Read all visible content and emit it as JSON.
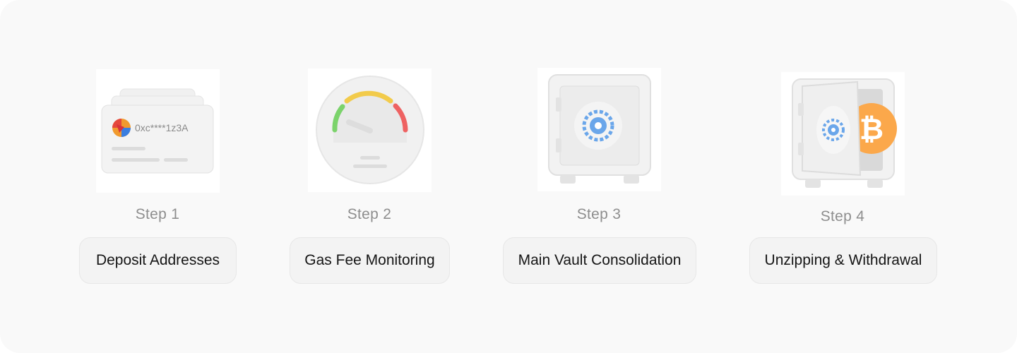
{
  "steps": [
    {
      "label": "Step 1",
      "title": "Deposit Addresses",
      "illustration": "wallet-card-icon",
      "address": "0xc****1z3A"
    },
    {
      "label": "Step 2",
      "title": "Gas Fee Monitoring",
      "illustration": "gauge-icon"
    },
    {
      "label": "Step 3",
      "title": "Main Vault Consolidation",
      "illustration": "vault-icon"
    },
    {
      "label": "Step 4",
      "title": "Unzipping & Withdrawal",
      "illustration": "open-vault-bitcoin-icon"
    }
  ],
  "colors": {
    "panel_background": "#f9f9f9",
    "pill_background": "#f3f3f3",
    "step_label": "#8e8e8e",
    "accent_blue": "#6aa6ea",
    "bitcoin_orange": "#fba84b",
    "gauge_green": "#7bd36b",
    "gauge_yellow": "#f2cb4b",
    "gauge_red": "#ee6262"
  }
}
